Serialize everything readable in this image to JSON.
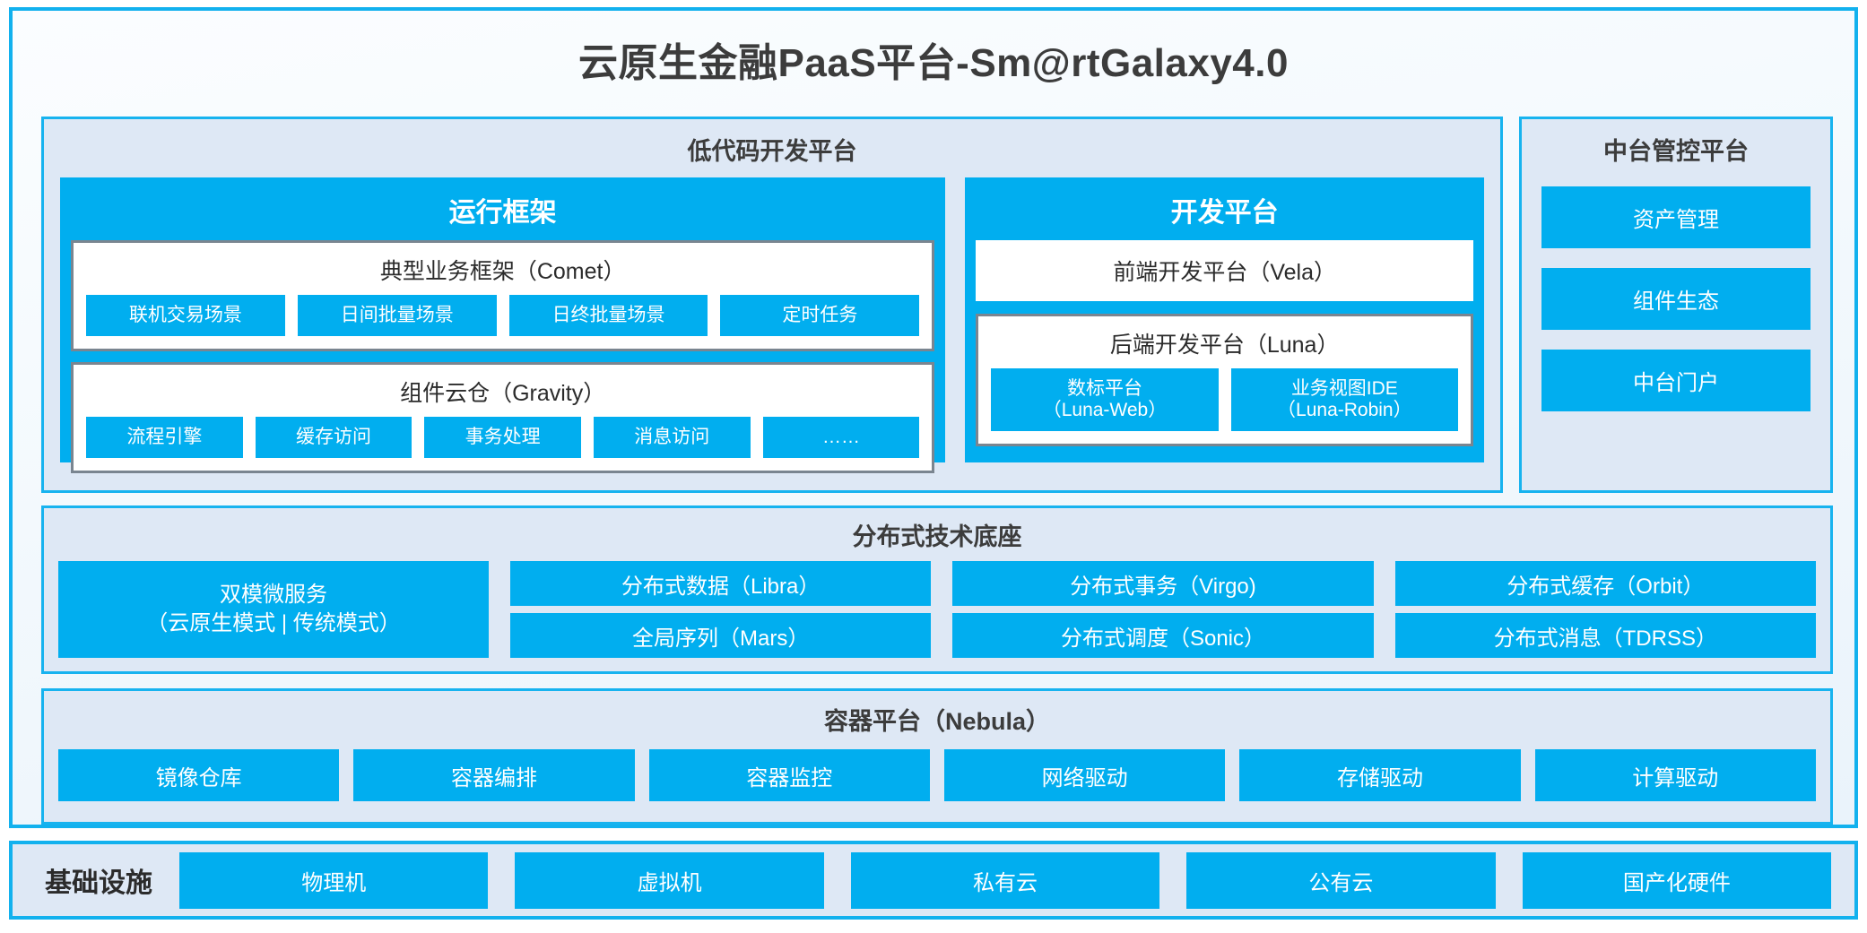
{
  "title": "云原生金融PaaS平台-Sm@rtGalaxy4.0",
  "colors": {
    "accent_blue": "#01AEEF",
    "border_blue": "#12B1EE",
    "panel_bg": "#DEE8F5",
    "group_border_gray": "#7A8590",
    "text_dark": "#3C3C3C"
  },
  "lowcode": {
    "title": "低代码开发平台",
    "runtime": {
      "title": "运行框架",
      "comet": {
        "title": "典型业务框架（Comet）",
        "items": [
          {
            "label": "联机交易场景"
          },
          {
            "label": "日间批量场景"
          },
          {
            "label": "日终批量场景"
          },
          {
            "label": "定时任务"
          }
        ]
      },
      "gravity": {
        "title": "组件云仓（Gravity）",
        "items": [
          {
            "label": "流程引擎"
          },
          {
            "label": "缓存访问"
          },
          {
            "label": "事务处理"
          },
          {
            "label": "消息访问"
          },
          {
            "label": "……"
          }
        ]
      }
    },
    "devplatform": {
      "title": "开发平台",
      "frontend": {
        "label": "前端开发平台（Vela）"
      },
      "backend": {
        "title": "后端开发平台（Luna）",
        "items": [
          {
            "label": "数标平台",
            "sub": "（Luna-Web）"
          },
          {
            "label": "业务视图IDE",
            "sub": "（Luna-Robin）"
          }
        ]
      }
    }
  },
  "mgmt": {
    "title": "中台管控平台",
    "items": [
      {
        "label": "资产管理"
      },
      {
        "label": "组件生态"
      },
      {
        "label": "中台门户"
      }
    ]
  },
  "distributed": {
    "title": "分布式技术底座",
    "wide": {
      "line1": "双模微服务",
      "line2": "（云原生模式 | 传统模式）"
    },
    "columns": [
      {
        "cells": [
          {
            "label": "分布式数据（Libra）"
          },
          {
            "label": "全局序列（Mars）"
          }
        ]
      },
      {
        "cells": [
          {
            "label": "分布式事务（Virgo)"
          },
          {
            "label": "分布式调度（Sonic）"
          }
        ]
      },
      {
        "cells": [
          {
            "label": "分布式缓存（Orbit）"
          },
          {
            "label": "分布式消息（TDRSS）"
          }
        ]
      }
    ]
  },
  "container": {
    "title": "容器平台（Nebula）",
    "items": [
      {
        "label": "镜像仓库"
      },
      {
        "label": "容器编排"
      },
      {
        "label": "容器监控"
      },
      {
        "label": "网络驱动"
      },
      {
        "label": "存储驱动"
      },
      {
        "label": "计算驱动"
      }
    ]
  },
  "infrastructure": {
    "label": "基础设施",
    "items": [
      {
        "label": "物理机"
      },
      {
        "label": "虚拟机"
      },
      {
        "label": "私有云"
      },
      {
        "label": "公有云"
      },
      {
        "label": "国产化硬件"
      }
    ]
  }
}
